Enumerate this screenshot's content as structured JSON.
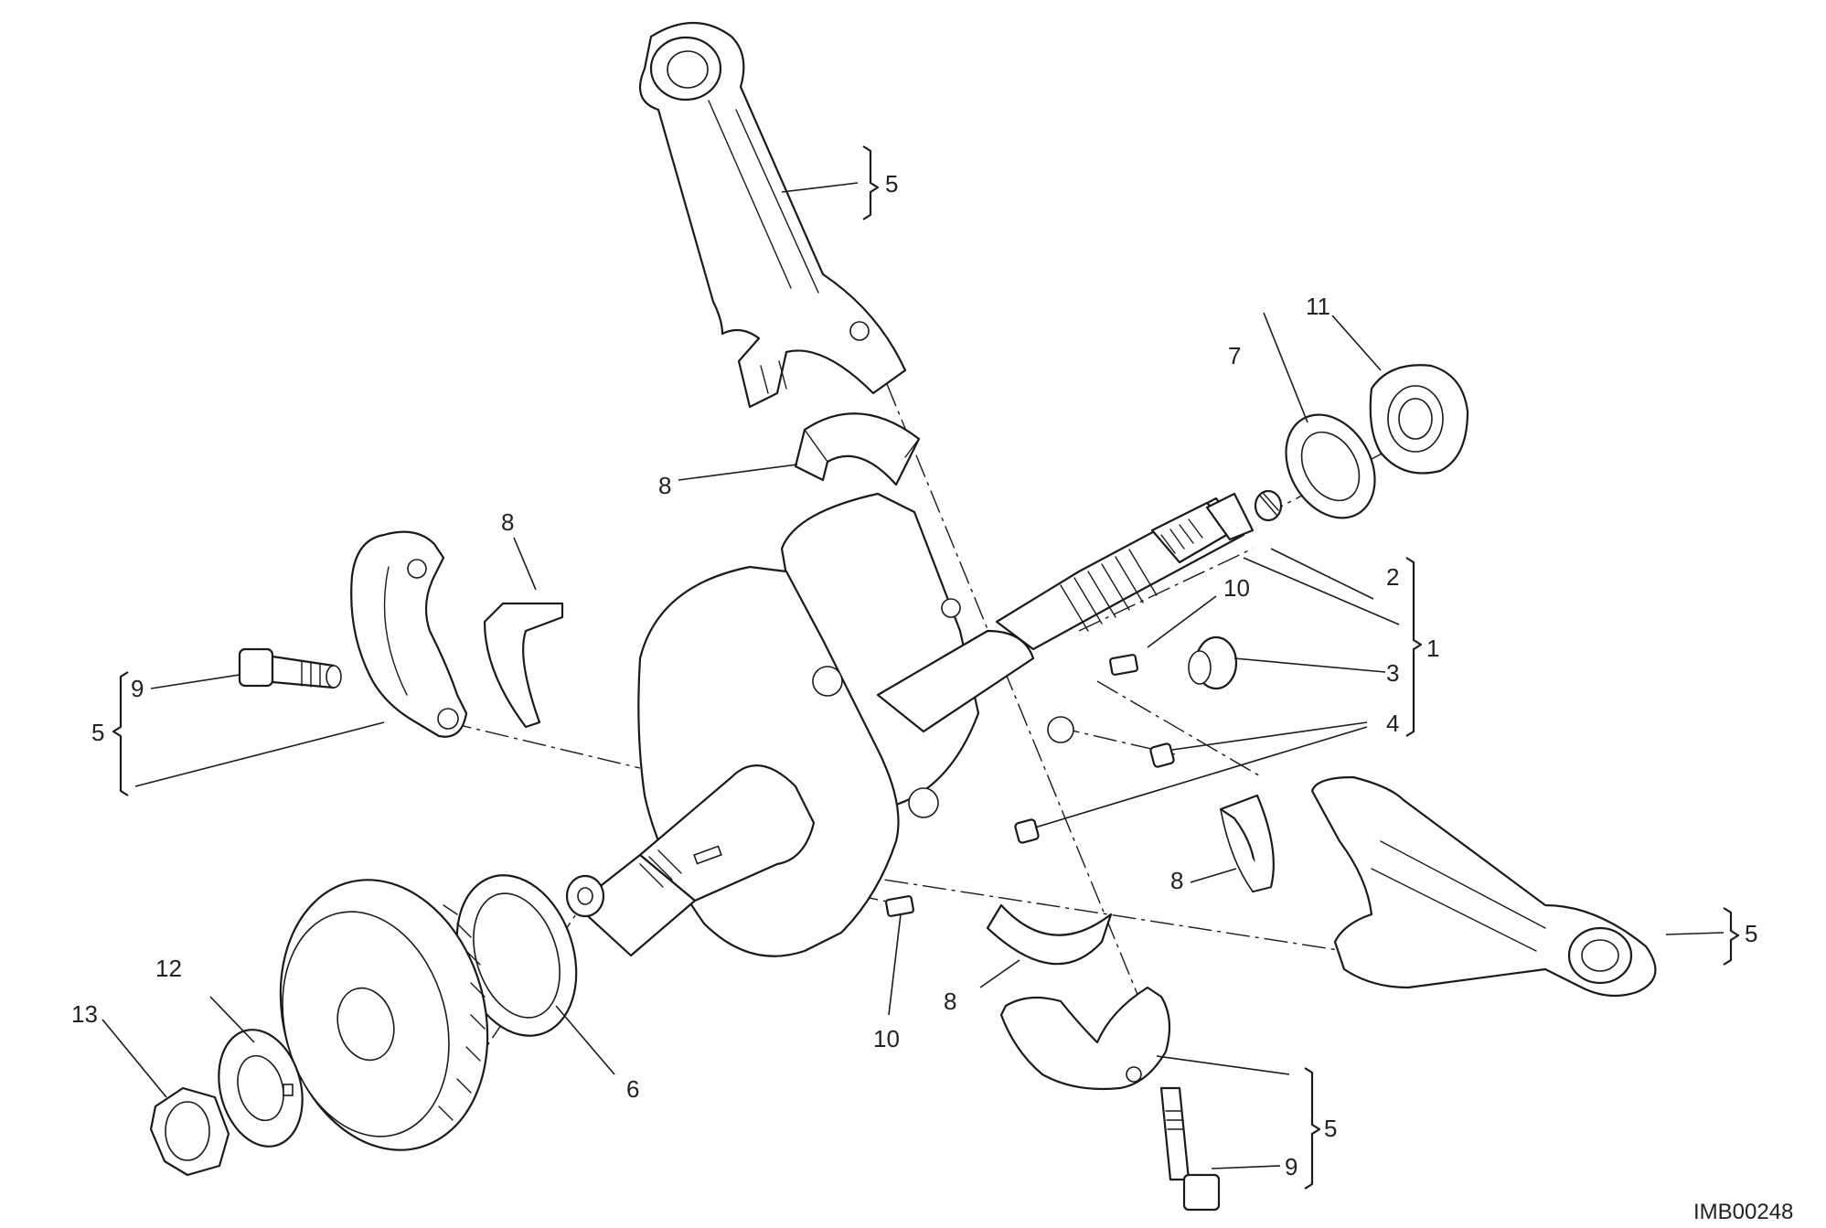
{
  "diagram_code": "IMB00248",
  "callouts": {
    "c1": "1",
    "c2": "2",
    "c3": "3",
    "c4": "4",
    "c5_top": "5",
    "c5_left": "5",
    "c5_right": "5",
    "c5_bottom": "5",
    "c6": "6",
    "c7": "7",
    "c8_top": "8",
    "c8_left": "8",
    "c8_mid_right": "8",
    "c8_bottom": "8",
    "c9_left": "9",
    "c9_bottom": "9",
    "c10_top": "10",
    "c10_bottom": "10",
    "c11": "11",
    "c12": "12",
    "c13": "13"
  }
}
